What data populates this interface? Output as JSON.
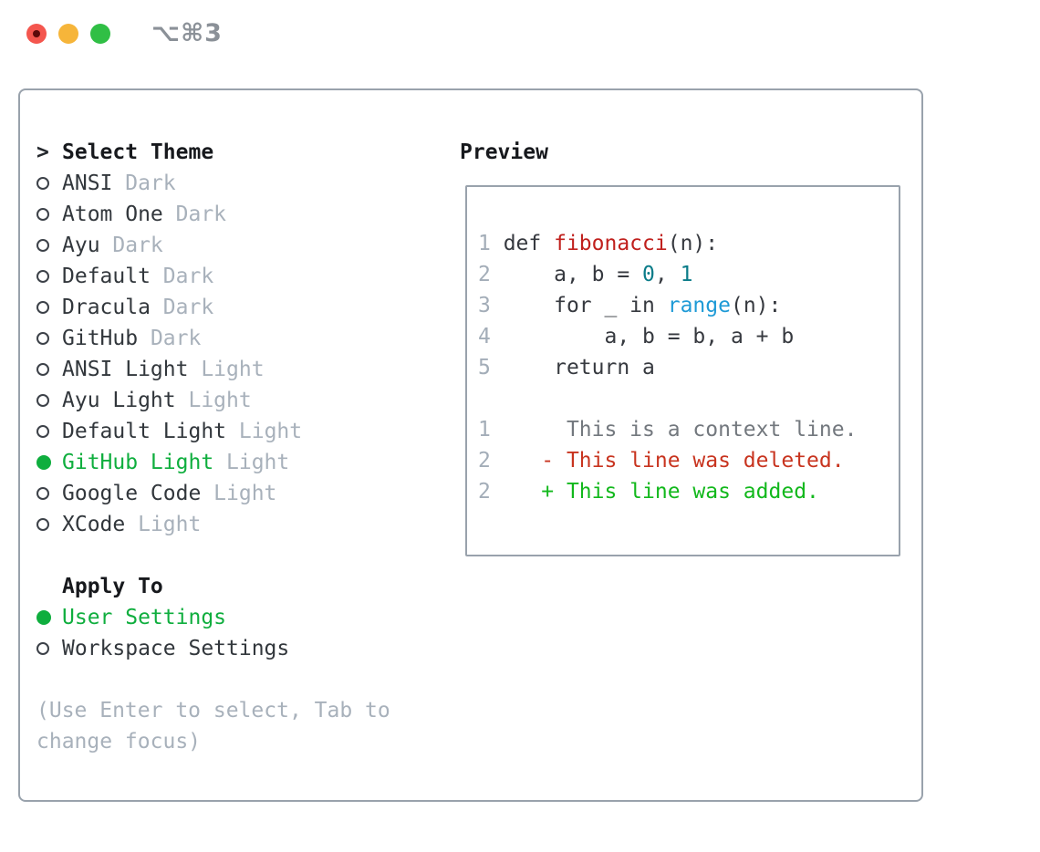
{
  "titlebar": {
    "shortcut": "⌥⌘3",
    "traffic_lights": [
      "close",
      "minimize",
      "zoom"
    ]
  },
  "theme_list": {
    "header_marker": ">",
    "header": "Select Theme",
    "items": [
      {
        "name": "ANSI",
        "variant": "Dark",
        "selected": false
      },
      {
        "name": "Atom One",
        "variant": "Dark",
        "selected": false
      },
      {
        "name": "Ayu",
        "variant": "Dark",
        "selected": false
      },
      {
        "name": "Default",
        "variant": "Dark",
        "selected": false
      },
      {
        "name": "Dracula",
        "variant": "Dark",
        "selected": false
      },
      {
        "name": "GitHub",
        "variant": "Dark",
        "selected": false
      },
      {
        "name": "ANSI Light",
        "variant": "Light",
        "selected": false
      },
      {
        "name": "Ayu Light",
        "variant": "Light",
        "selected": false
      },
      {
        "name": "Default Light",
        "variant": "Light",
        "selected": false
      },
      {
        "name": "GitHub Light",
        "variant": "Light",
        "selected": true
      },
      {
        "name": "Google Code",
        "variant": "Light",
        "selected": false
      },
      {
        "name": "XCode",
        "variant": "Light",
        "selected": false
      }
    ]
  },
  "apply_to": {
    "header": "Apply To",
    "options": [
      {
        "label": "User Settings",
        "selected": true
      },
      {
        "label": "Workspace Settings",
        "selected": false
      }
    ]
  },
  "hint": {
    "line1": "(Use Enter to select, Tab to",
    "line2": "change focus)"
  },
  "preview": {
    "header": "Preview",
    "lines": [
      {
        "name": "code-line-1",
        "tokens": [
          {
            "t": "1 ",
            "c": "num"
          },
          {
            "t": "def ",
            "c": "code"
          },
          {
            "t": "fibonacci",
            "c": "fn"
          },
          {
            "t": "(n):",
            "c": "code"
          }
        ]
      },
      {
        "name": "code-line-2",
        "tokens": [
          {
            "t": "2 ",
            "c": "num"
          },
          {
            "t": "    a, b = ",
            "c": "code"
          },
          {
            "t": "0",
            "c": "lit"
          },
          {
            "t": ", ",
            "c": "code"
          },
          {
            "t": "1",
            "c": "lit"
          }
        ]
      },
      {
        "name": "code-line-3",
        "tokens": [
          {
            "t": "3 ",
            "c": "num"
          },
          {
            "t": "    for _ in ",
            "c": "code"
          },
          {
            "t": "range",
            "c": "call"
          },
          {
            "t": "(n):",
            "c": "code"
          }
        ]
      },
      {
        "name": "code-line-4",
        "tokens": [
          {
            "t": "4 ",
            "c": "num"
          },
          {
            "t": "        a, b = b, a + b",
            "c": "code"
          }
        ]
      },
      {
        "name": "code-line-5",
        "tokens": [
          {
            "t": "5 ",
            "c": "num"
          },
          {
            "t": "    return a",
            "c": "code"
          }
        ]
      },
      {
        "name": "blank-line",
        "tokens": []
      },
      {
        "name": "diff-context-line",
        "tokens": [
          {
            "t": "1",
            "c": "num"
          },
          {
            "t": "      This is a context line.",
            "c": "ctx"
          }
        ]
      },
      {
        "name": "diff-deleted-line",
        "tokens": [
          {
            "t": "2",
            "c": "num"
          },
          {
            "t": "    ",
            "c": "code"
          },
          {
            "t": "- This line was deleted.",
            "c": "del"
          }
        ]
      },
      {
        "name": "diff-added-line",
        "tokens": [
          {
            "t": "2",
            "c": "num"
          },
          {
            "t": "    ",
            "c": "code"
          },
          {
            "t": "+ This line was added.",
            "c": "add"
          }
        ]
      }
    ]
  },
  "colors": {
    "panel_border": "#99a2ac",
    "text_dark": "#32373c",
    "text_muted": "#a8b1bb",
    "selected_green": "#0fae3e",
    "function_red": "#c0201d",
    "number_teal": "#0b7c89",
    "call_blue": "#1e9ad6",
    "diff_deleted_red": "#c8341f",
    "diff_added_green": "#12b81c",
    "traffic_red": "#f4564e",
    "traffic_yellow": "#f6b53a",
    "traffic_green": "#30bf45"
  }
}
